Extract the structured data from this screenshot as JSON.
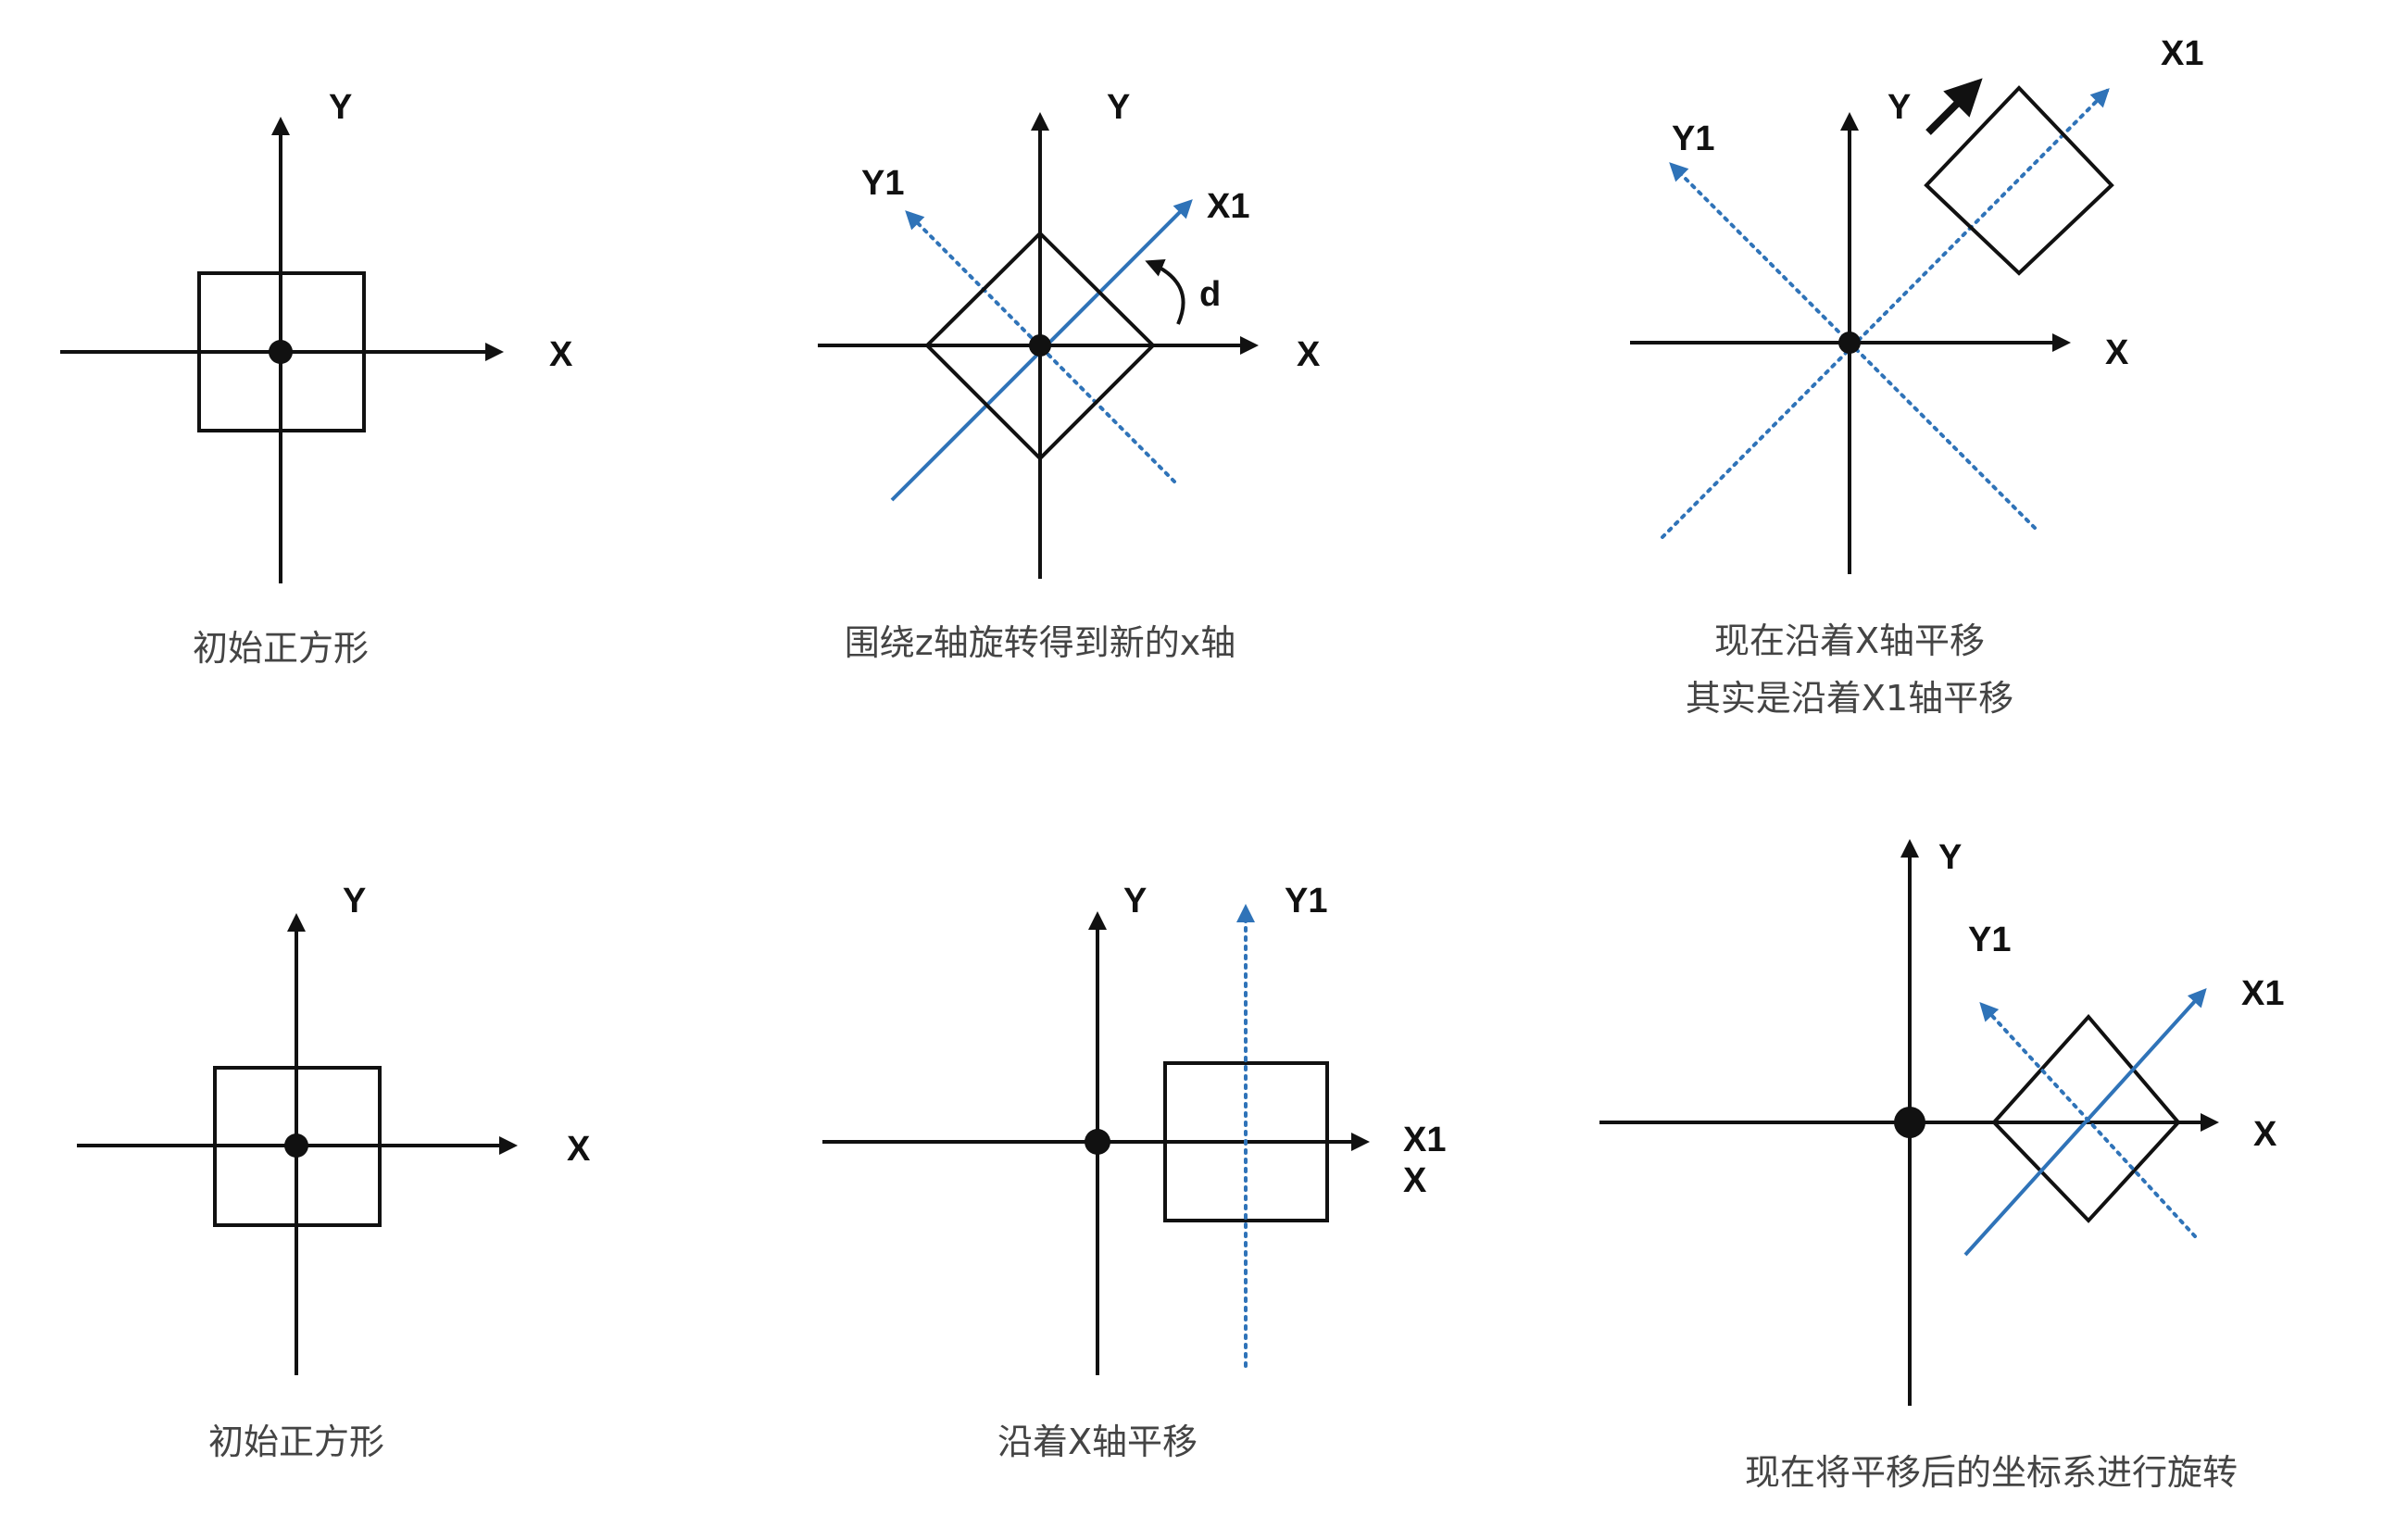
{
  "panels": [
    {
      "labels": {
        "y": "Y",
        "x": "X"
      },
      "caption": [
        "初始正方形"
      ]
    },
    {
      "labels": {
        "y": "Y",
        "x": "X",
        "y1": "Y1",
        "x1": "X1",
        "angle": "d"
      },
      "caption": [
        "围绕z轴旋转得到新的x轴"
      ]
    },
    {
      "labels": {
        "y": "Y",
        "x": "X",
        "y1": "Y1",
        "x1": "X1"
      },
      "caption": [
        "现在沿着X轴平移",
        "其实是沿着X1轴平移"
      ]
    },
    {
      "labels": {
        "y": "Y",
        "x": "X"
      },
      "caption": [
        "初始正方形"
      ]
    },
    {
      "labels": {
        "y": "Y",
        "y1": "Y1",
        "x1": "X1",
        "x": "X"
      },
      "caption": [
        "沿着X轴平移"
      ]
    },
    {
      "labels": {
        "y": "Y",
        "x": "X",
        "y1": "Y1",
        "x1": "X1"
      },
      "caption": [
        "现在将平移后的坐标系进行旋转"
      ]
    }
  ],
  "colors": {
    "axis": "#111111",
    "new_axis": "#2f73b8",
    "caption": "#444444"
  }
}
